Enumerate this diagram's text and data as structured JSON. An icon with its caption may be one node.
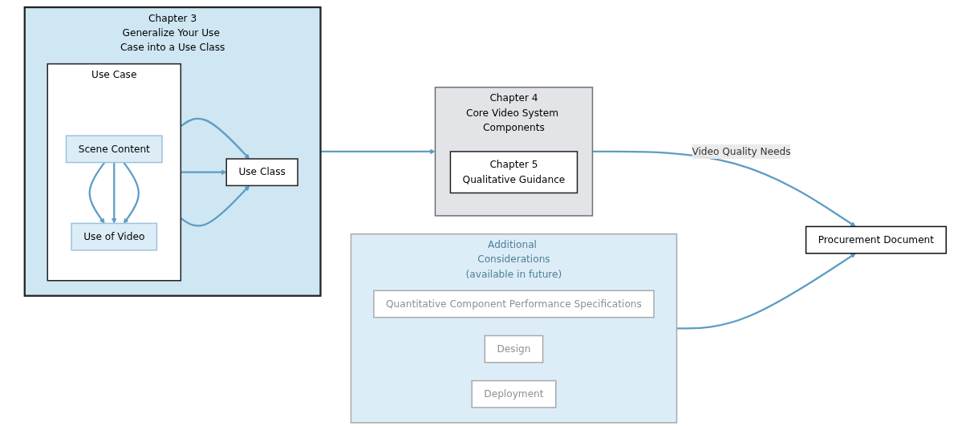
{
  "diagram": {
    "nodes": [
      {
        "text": [
          "Chapter 3",
          "Generalize Your Use Case into a Use Class"
        ]
      },
      {
        "text": [
          "Use Case"
        ],
        "in": 0
      },
      {
        "text": [
          "Scene Content"
        ],
        "in": 1
      },
      {
        "text": [
          "Use of Video"
        ],
        "in": 1
      },
      {
        "text": [
          "Use Class"
        ],
        "in": 0
      },
      {
        "text": [
          "Chapter 4",
          "Core Video System Components"
        ]
      },
      {
        "text": [
          "Chapter 5",
          "Qualitative Guidance"
        ],
        "in": 5
      },
      {
        "text": [
          "Procurement Document"
        ]
      },
      {
        "text": [
          "Additional Considerations",
          "(available in future)"
        ]
      },
      {
        "text": [
          "Quantitative Component Performance Specifications"
        ],
        "in": 8
      },
      {
        "text": [
          "Design"
        ],
        "in": 8
      },
      {
        "text": [
          "Deployment"
        ],
        "in": 8
      }
    ],
    "edges": [
      {
        "from": 2,
        "to": 3,
        "arrow": "to"
      },
      {
        "from": 2,
        "to": 3,
        "arrow": "to"
      },
      {
        "from": 2,
        "to": 3,
        "arrow": "to"
      },
      {
        "from": 1,
        "to": 4,
        "arrow": "to"
      },
      {
        "from": 1,
        "to": 4,
        "arrow": "to"
      },
      {
        "from": 1,
        "to": 4,
        "arrow": "to"
      },
      {
        "from": 0,
        "to": 5,
        "arrow": "to"
      },
      {
        "from": 5,
        "to": 7,
        "label": "Video Quality Needs",
        "arrow": "to"
      },
      {
        "from": 8,
        "to": 7,
        "arrow": "to"
      }
    ]
  }
}
